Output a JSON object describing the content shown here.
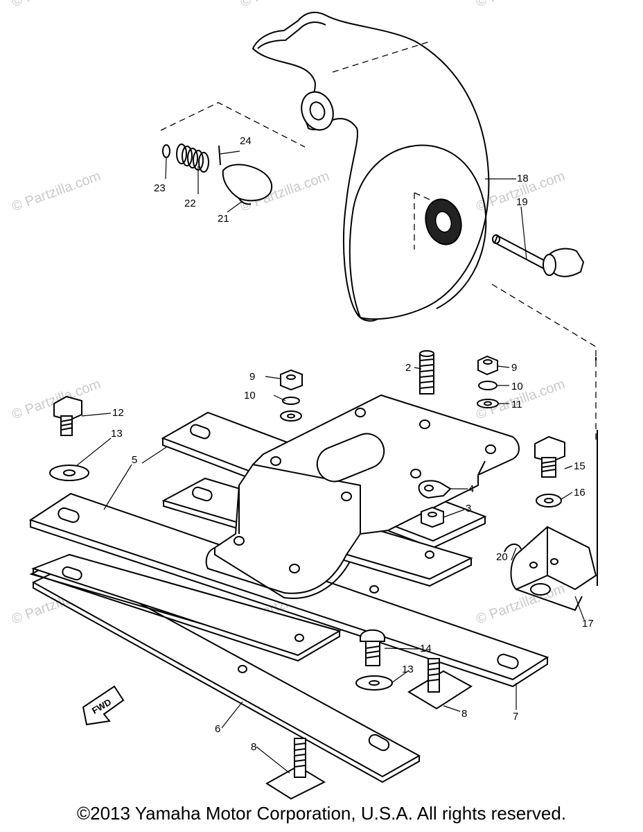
{
  "watermark": "© Partzilla.com",
  "fwd_label": "FWD",
  "copyright": "©2013 Yamaha Motor Corporation, U.S.A. All rights reserved.",
  "callouts": {
    "c2": "2",
    "c3": "3",
    "c4": "4",
    "c5": "5",
    "c6": "6",
    "c7": "7",
    "c8a": "8",
    "c8b": "8",
    "c9a": "9",
    "c9b": "9",
    "c10a": "10",
    "c10b": "10",
    "c11": "11",
    "c12": "12",
    "c13a": "13",
    "c13b": "13",
    "c14": "14",
    "c15": "15",
    "c16": "16",
    "c17": "17",
    "c18": "18",
    "c19": "19",
    "c20": "20",
    "c21": "21",
    "c22": "22",
    "c23": "23",
    "c24": "24"
  }
}
